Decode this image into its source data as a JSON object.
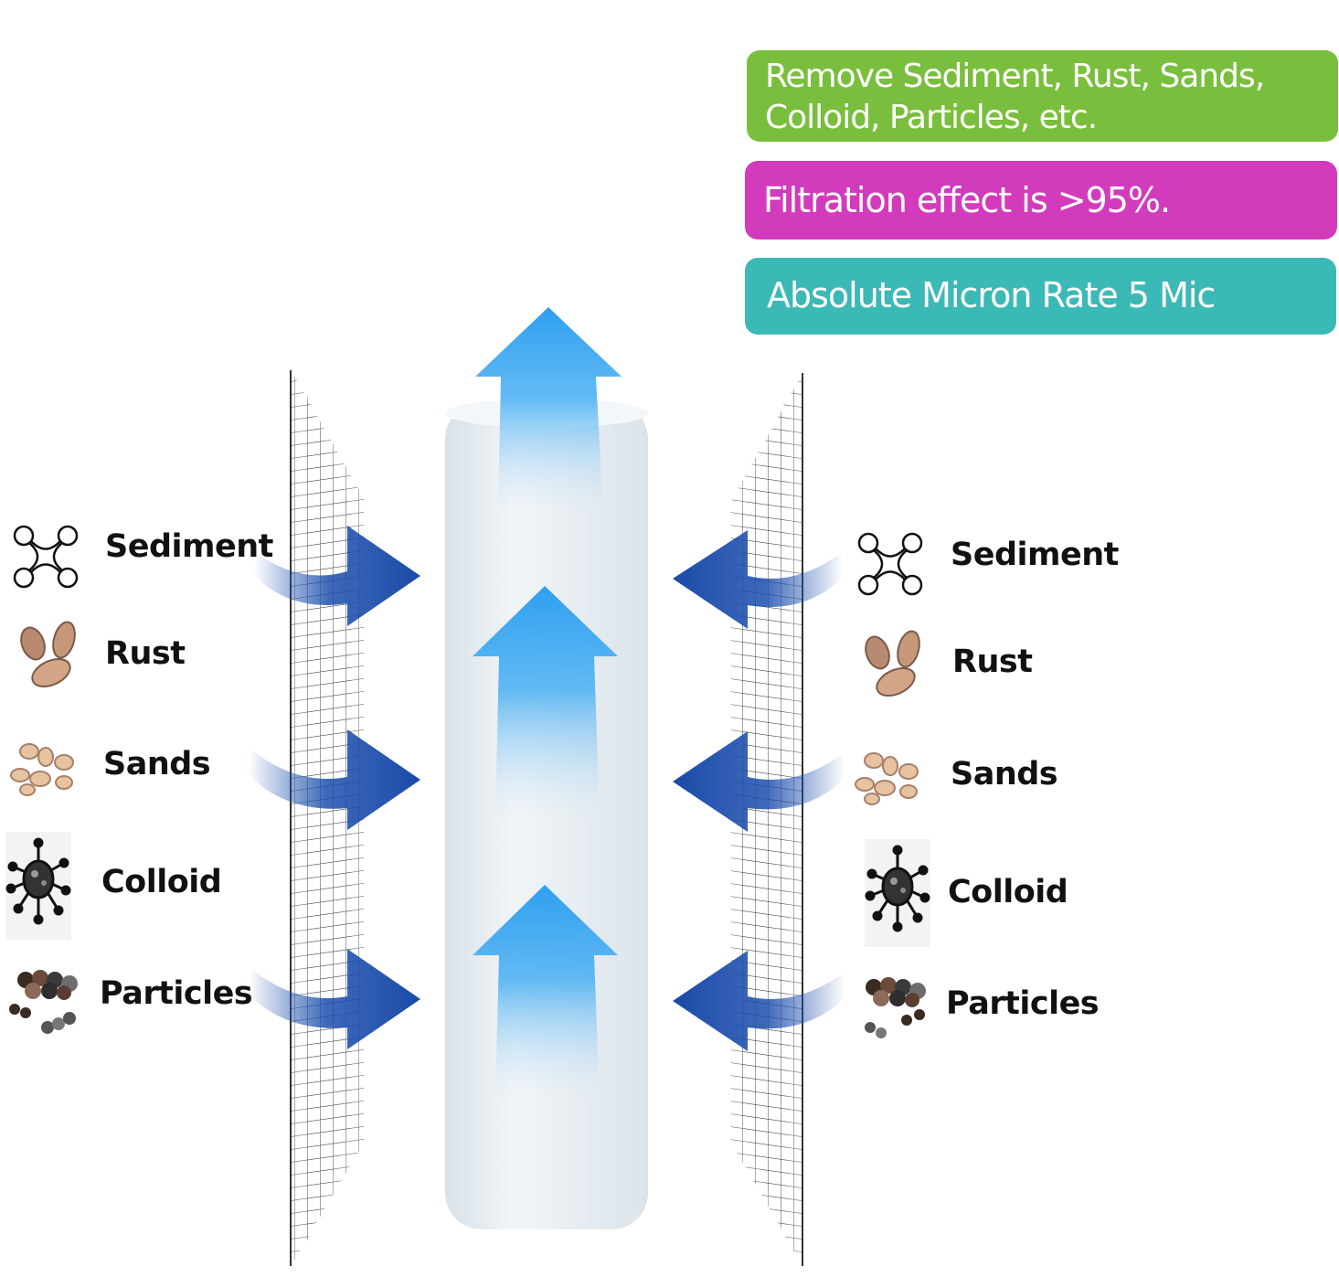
{
  "banners": {
    "green_line1": "Remove Sediment, Rust, Sands,",
    "green_line2": "Colloid, Particles, etc.",
    "magenta": "Filtration effect is >95%.",
    "teal": "Absolute Micron Rate 5 Mic"
  },
  "left_items": [
    {
      "label": "Sediment",
      "icon": "sediment-icon"
    },
    {
      "label": "Rust",
      "icon": "rust-icon"
    },
    {
      "label": "Sands",
      "icon": "sands-icon"
    },
    {
      "label": "Colloid",
      "icon": "colloid-icon"
    },
    {
      "label": "Particles",
      "icon": "particles-icon"
    }
  ],
  "right_items": [
    {
      "label": "Sediment",
      "icon": "sediment-icon"
    },
    {
      "label": "Rust",
      "icon": "rust-icon"
    },
    {
      "label": "Sands",
      "icon": "sands-icon"
    },
    {
      "label": "Colloid",
      "icon": "colloid-icon"
    },
    {
      "label": "Particles",
      "icon": "particles-icon"
    }
  ],
  "colors": {
    "green": "#79bf3d",
    "magenta": "#d33bbd",
    "teal": "#3bb9b6",
    "arrow_dark": "#1d4fae",
    "arrow_light": "#2f9ef0",
    "cartridge": "#e6edf2"
  }
}
